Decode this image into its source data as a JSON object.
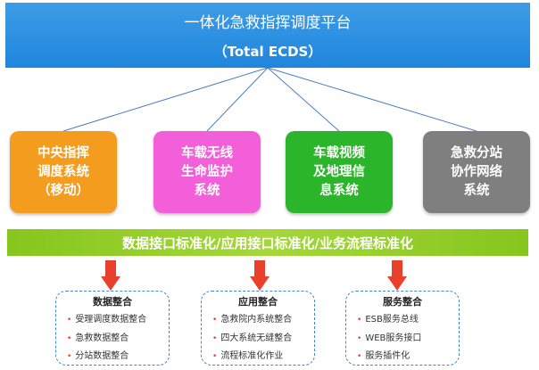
{
  "platform": {
    "title": "一体化急救指挥调度平台",
    "subtitle": "（Total ECDS）"
  },
  "systems": [
    {
      "label": "中央指挥\n调度系统\n（移动）",
      "color": "#f39c1e"
    },
    {
      "label": "车载无线\n生命监护\n系统",
      "color": "#f25fd8"
    },
    {
      "label": "车载视频\n及地理信\n息系统",
      "color": "#2bb52b"
    },
    {
      "label": "急救分站\n协作网络\n系统",
      "color": "#7f7f7f"
    }
  ],
  "standards_bar": "数据接口标准化/应用接口标准化/业务流程标准化",
  "integrations": [
    {
      "title": "数据整合",
      "items": [
        "受理调度数据整合",
        "急救数据整合",
        "分站数据整合"
      ]
    },
    {
      "title": "应用整合",
      "items": [
        "急救院内系统整合",
        "四大系统无缝整合",
        "流程标准化作业"
      ]
    },
    {
      "title": "服务整合",
      "items": [
        "ESB服务总线",
        "WEB服务接口",
        "服务插件化"
      ]
    }
  ],
  "colors": {
    "title_bar": "#2a8fe0",
    "standards_bar": "#95cc2b",
    "arrow": "#e8402a",
    "box_border": "#3c86d2",
    "connector": "#4a7fc1"
  }
}
